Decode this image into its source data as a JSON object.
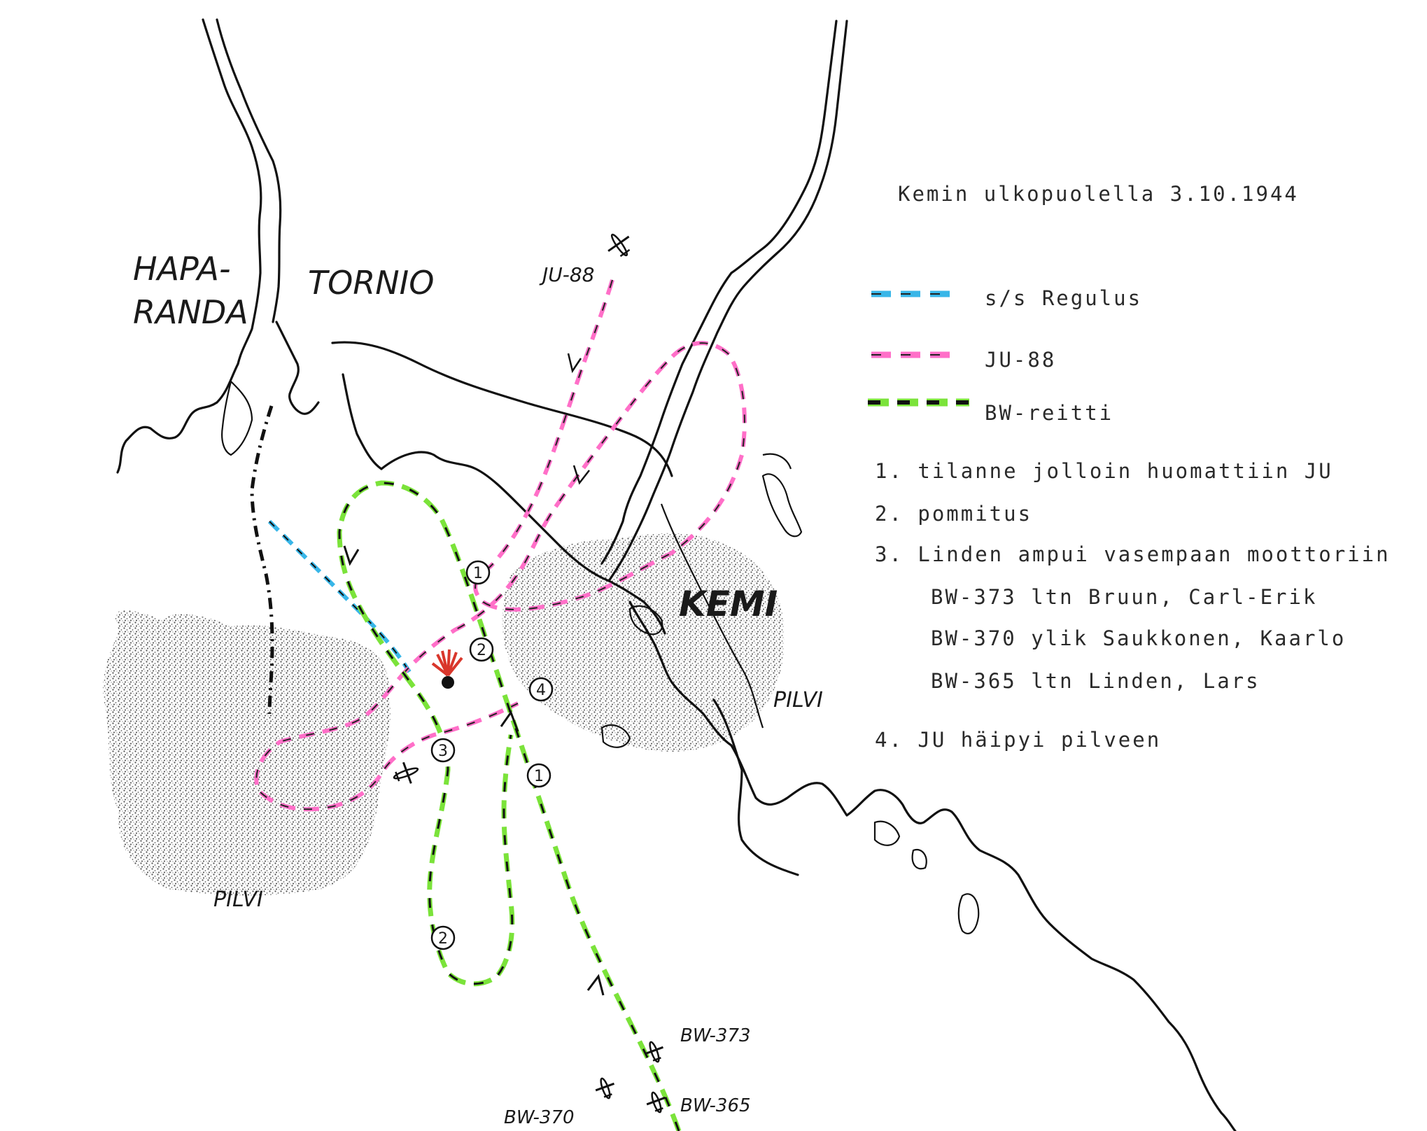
{
  "title": "Kemin ulkopuolella 3.10.1944",
  "places": {
    "haparanda_line1": "HAPA-",
    "haparanda_line2": "RANDA",
    "tornio": "TORNIO",
    "kemi": "KEMI",
    "cloud_right": "PILVI",
    "cloud_left": "PILVI"
  },
  "aircraft_labels": {
    "ju88": "JU-88",
    "bw373": "BW-373",
    "bw365": "BW-365",
    "bw370": "BW-370"
  },
  "legend": {
    "items": [
      {
        "label": "s/s Regulus",
        "color": "#38b6e8"
      },
      {
        "label": "JU-88",
        "color": "#ff6fc8"
      },
      {
        "label": "BW-reitti",
        "color": "#7be33a"
      }
    ]
  },
  "notes": {
    "n1": "1. tilanne jolloin huomattiin JU",
    "n2": "2. pommitus",
    "n3": "3. Linden ampui vasempaan moottoriin",
    "crew1": "BW-373 ltn Bruun, Carl-Erik",
    "crew2": "BW-370  ylik Saukkonen, Kaarlo",
    "crew3": "BW-365 ltn Linden, Lars",
    "n4": "4. JU häipyi pilveen"
  },
  "markers": {
    "m1a": "1",
    "m1b": "1",
    "m2a": "2",
    "m2b": "2",
    "m3": "3",
    "m4": "4"
  },
  "colors": {
    "regulus": "#38b6e8",
    "ju88": "#ff6fc8",
    "bw": "#7be33a",
    "ink": "#111111",
    "explosion": "#d9362b"
  }
}
